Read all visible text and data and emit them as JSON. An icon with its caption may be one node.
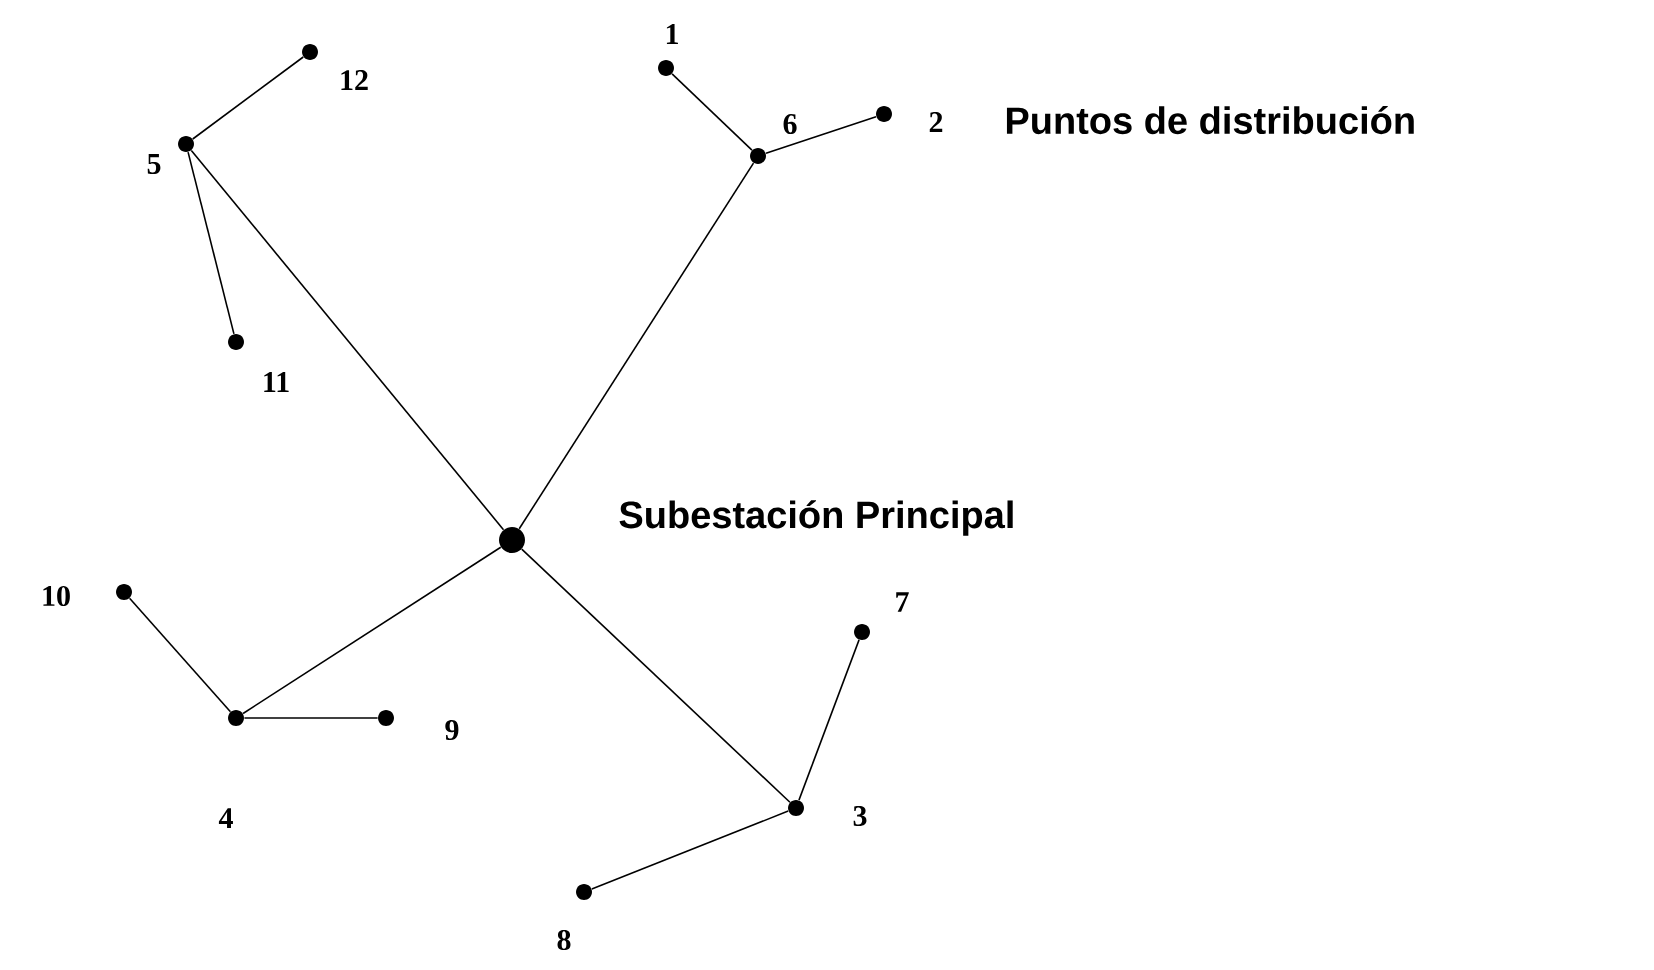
{
  "diagram": {
    "nodes": [
      {
        "text": [],
        "shape": "circle",
        "beside": [
          "Subestación Principal"
        ]
      },
      {
        "text": [],
        "shape": "circle",
        "beside": [
          "1"
        ]
      },
      {
        "text": [],
        "shape": "circle",
        "beside": [
          "6"
        ]
      },
      {
        "text": [],
        "shape": "circle",
        "beside": [
          "2"
        ]
      },
      {
        "text": [],
        "shape": "circle",
        "beside": [
          "12"
        ]
      },
      {
        "text": [],
        "shape": "circle",
        "beside": [
          "5"
        ]
      },
      {
        "text": [],
        "shape": "circle",
        "beside": [
          "11"
        ]
      },
      {
        "text": [],
        "shape": "circle",
        "beside": [
          "10"
        ]
      },
      {
        "text": [],
        "shape": "circle",
        "beside": [
          "4"
        ]
      },
      {
        "text": [],
        "shape": "circle",
        "beside": [
          "9"
        ]
      },
      {
        "text": [],
        "shape": "circle",
        "beside": [
          "7"
        ]
      },
      {
        "text": [],
        "shape": "circle",
        "beside": [
          "3"
        ]
      },
      {
        "text": [],
        "shape": "circle",
        "beside": [
          "8"
        ]
      }
    ],
    "edges": [
      {
        "from": 0,
        "to": 5,
        "arrow": "none"
      },
      {
        "from": 0,
        "to": 2,
        "arrow": "none"
      },
      {
        "from": 0,
        "to": 8,
        "arrow": "none"
      },
      {
        "from": 0,
        "to": 11,
        "arrow": "none"
      },
      {
        "from": 2,
        "to": 1,
        "arrow": "none"
      },
      {
        "from": 2,
        "to": 3,
        "arrow": "none"
      },
      {
        "from": 5,
        "to": 4,
        "arrow": "none"
      },
      {
        "from": 5,
        "to": 6,
        "arrow": "none"
      },
      {
        "from": 8,
        "to": 7,
        "arrow": "none"
      },
      {
        "from": 8,
        "to": 9,
        "arrow": "none"
      },
      {
        "from": 11,
        "to": 10,
        "arrow": "none"
      },
      {
        "from": 11,
        "to": 12,
        "arrow": "none"
      }
    ],
    "labels": [
      "Puntos de distribución"
    ]
  }
}
